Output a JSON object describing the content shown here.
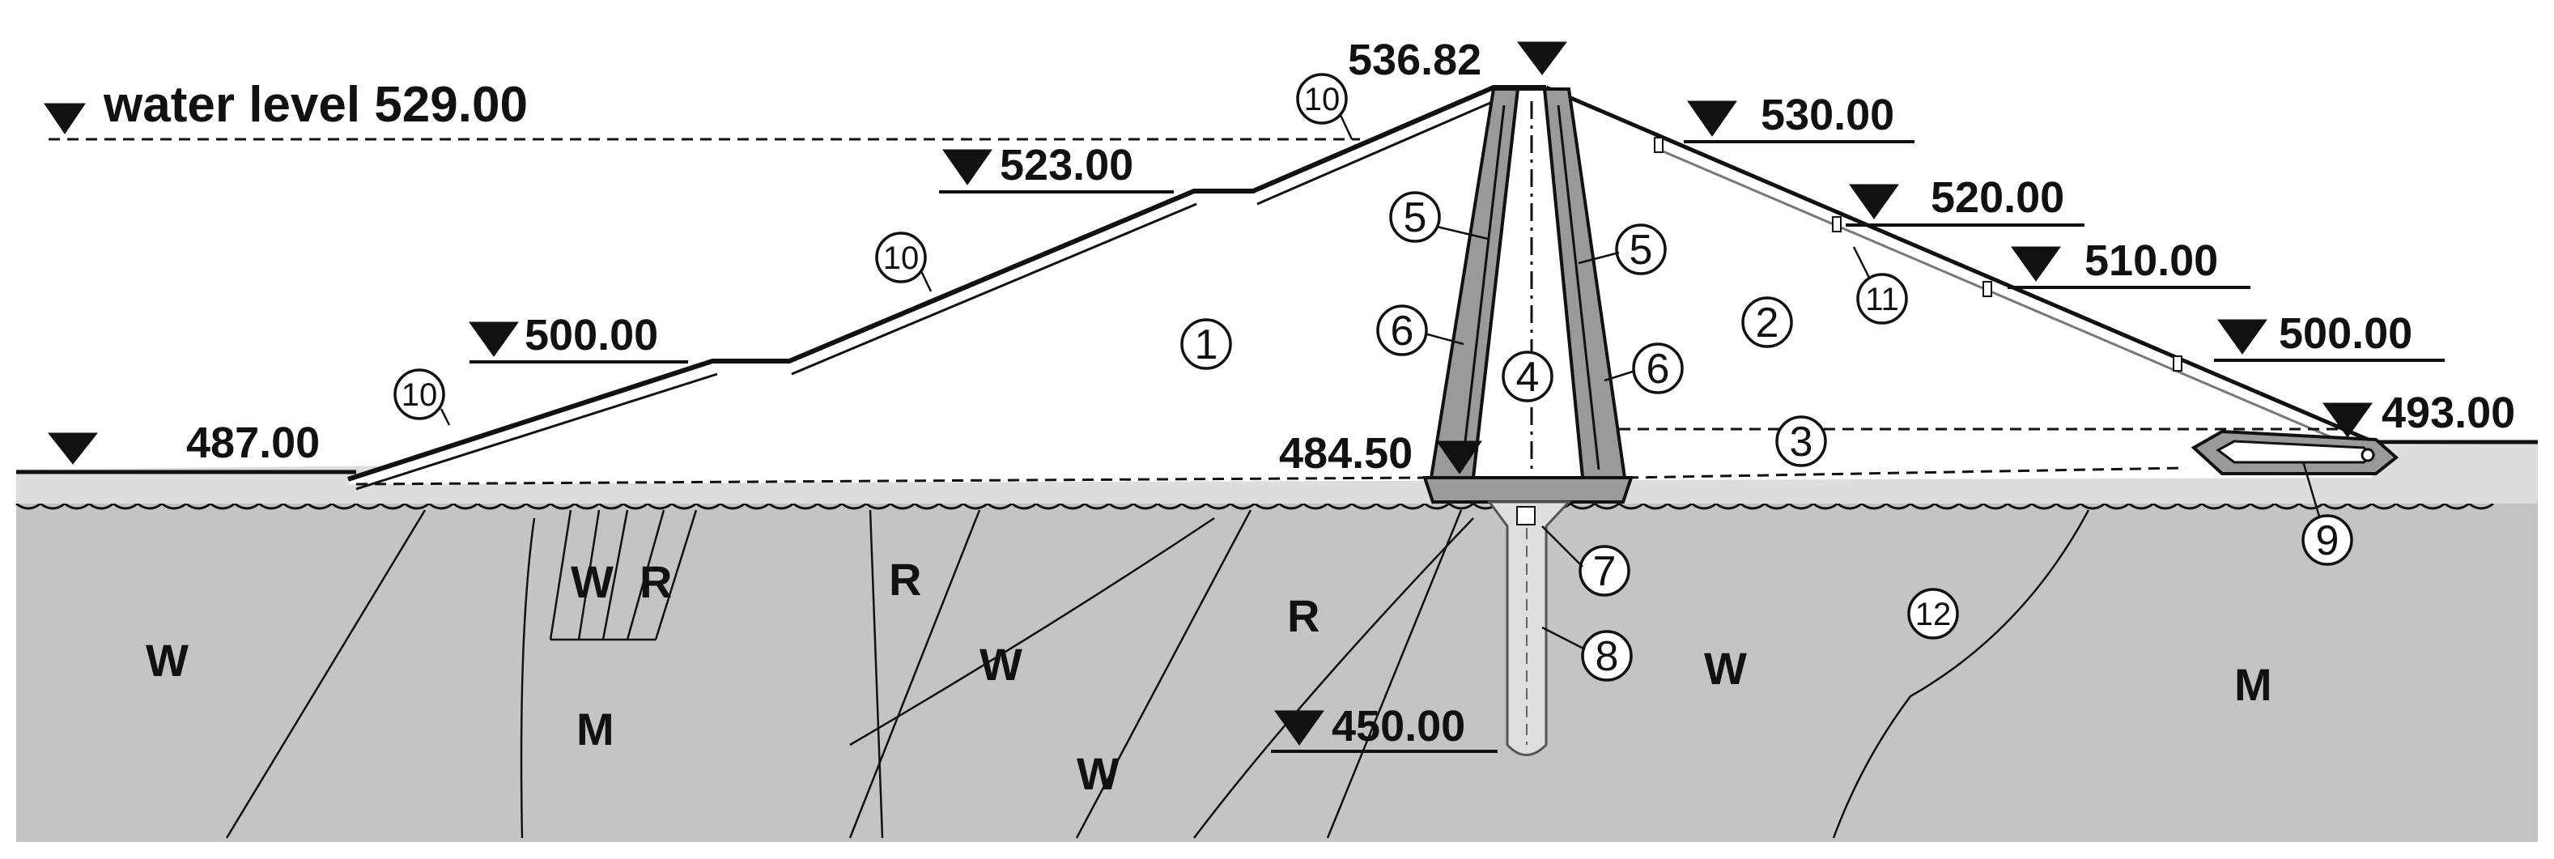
{
  "water_level_label": "water level 529.00",
  "elevations": {
    "crest": "536.82",
    "up_523": "523.00",
    "up_500": "500.00",
    "up_487": "487.00",
    "core_base": "484.50",
    "grout_bottom": "450.00",
    "down_530": "530.00",
    "down_520": "520.00",
    "down_510": "510.00",
    "down_500": "500.00",
    "down_493": "493.00"
  },
  "zone_numbers": [
    "1",
    "2",
    "3",
    "4",
    "5",
    "6",
    "7",
    "8",
    "9",
    "10",
    "11",
    "12"
  ],
  "rock_labels": {
    "w1": "W",
    "w2": "W",
    "w3": "W",
    "w4": "W",
    "w5": "W",
    "r1": "R",
    "r2": "R",
    "r3": "R",
    "m1": "M",
    "m2": "M"
  },
  "colors": {
    "foundation": "#c4c4c4",
    "alluvium": "#dddddd",
    "core_filter": "#9a9a9a",
    "line": "#111111",
    "background": "#ffffff"
  }
}
